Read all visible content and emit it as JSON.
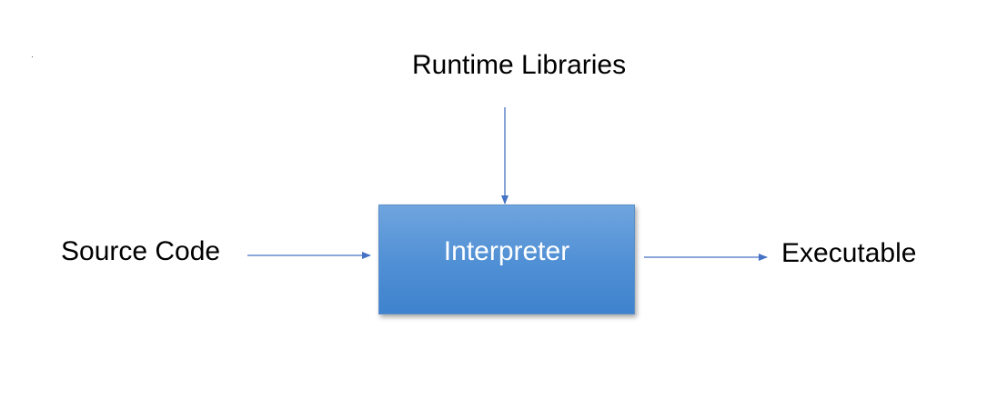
{
  "diagram": {
    "nodes": {
      "runtime_libraries": "Runtime Libraries",
      "source_code": "Source Code",
      "interpreter": "Interpreter",
      "executable": "Executable"
    },
    "edges": [
      {
        "from": "runtime_libraries",
        "to": "interpreter"
      },
      {
        "from": "source_code",
        "to": "interpreter"
      },
      {
        "from": "interpreter",
        "to": "executable"
      }
    ],
    "colors": {
      "box_fill_top": "#6fa5df",
      "box_fill_bottom": "#3f82cd",
      "arrow": "#4472c4",
      "text": "#000000",
      "box_text": "#ffffff"
    }
  }
}
